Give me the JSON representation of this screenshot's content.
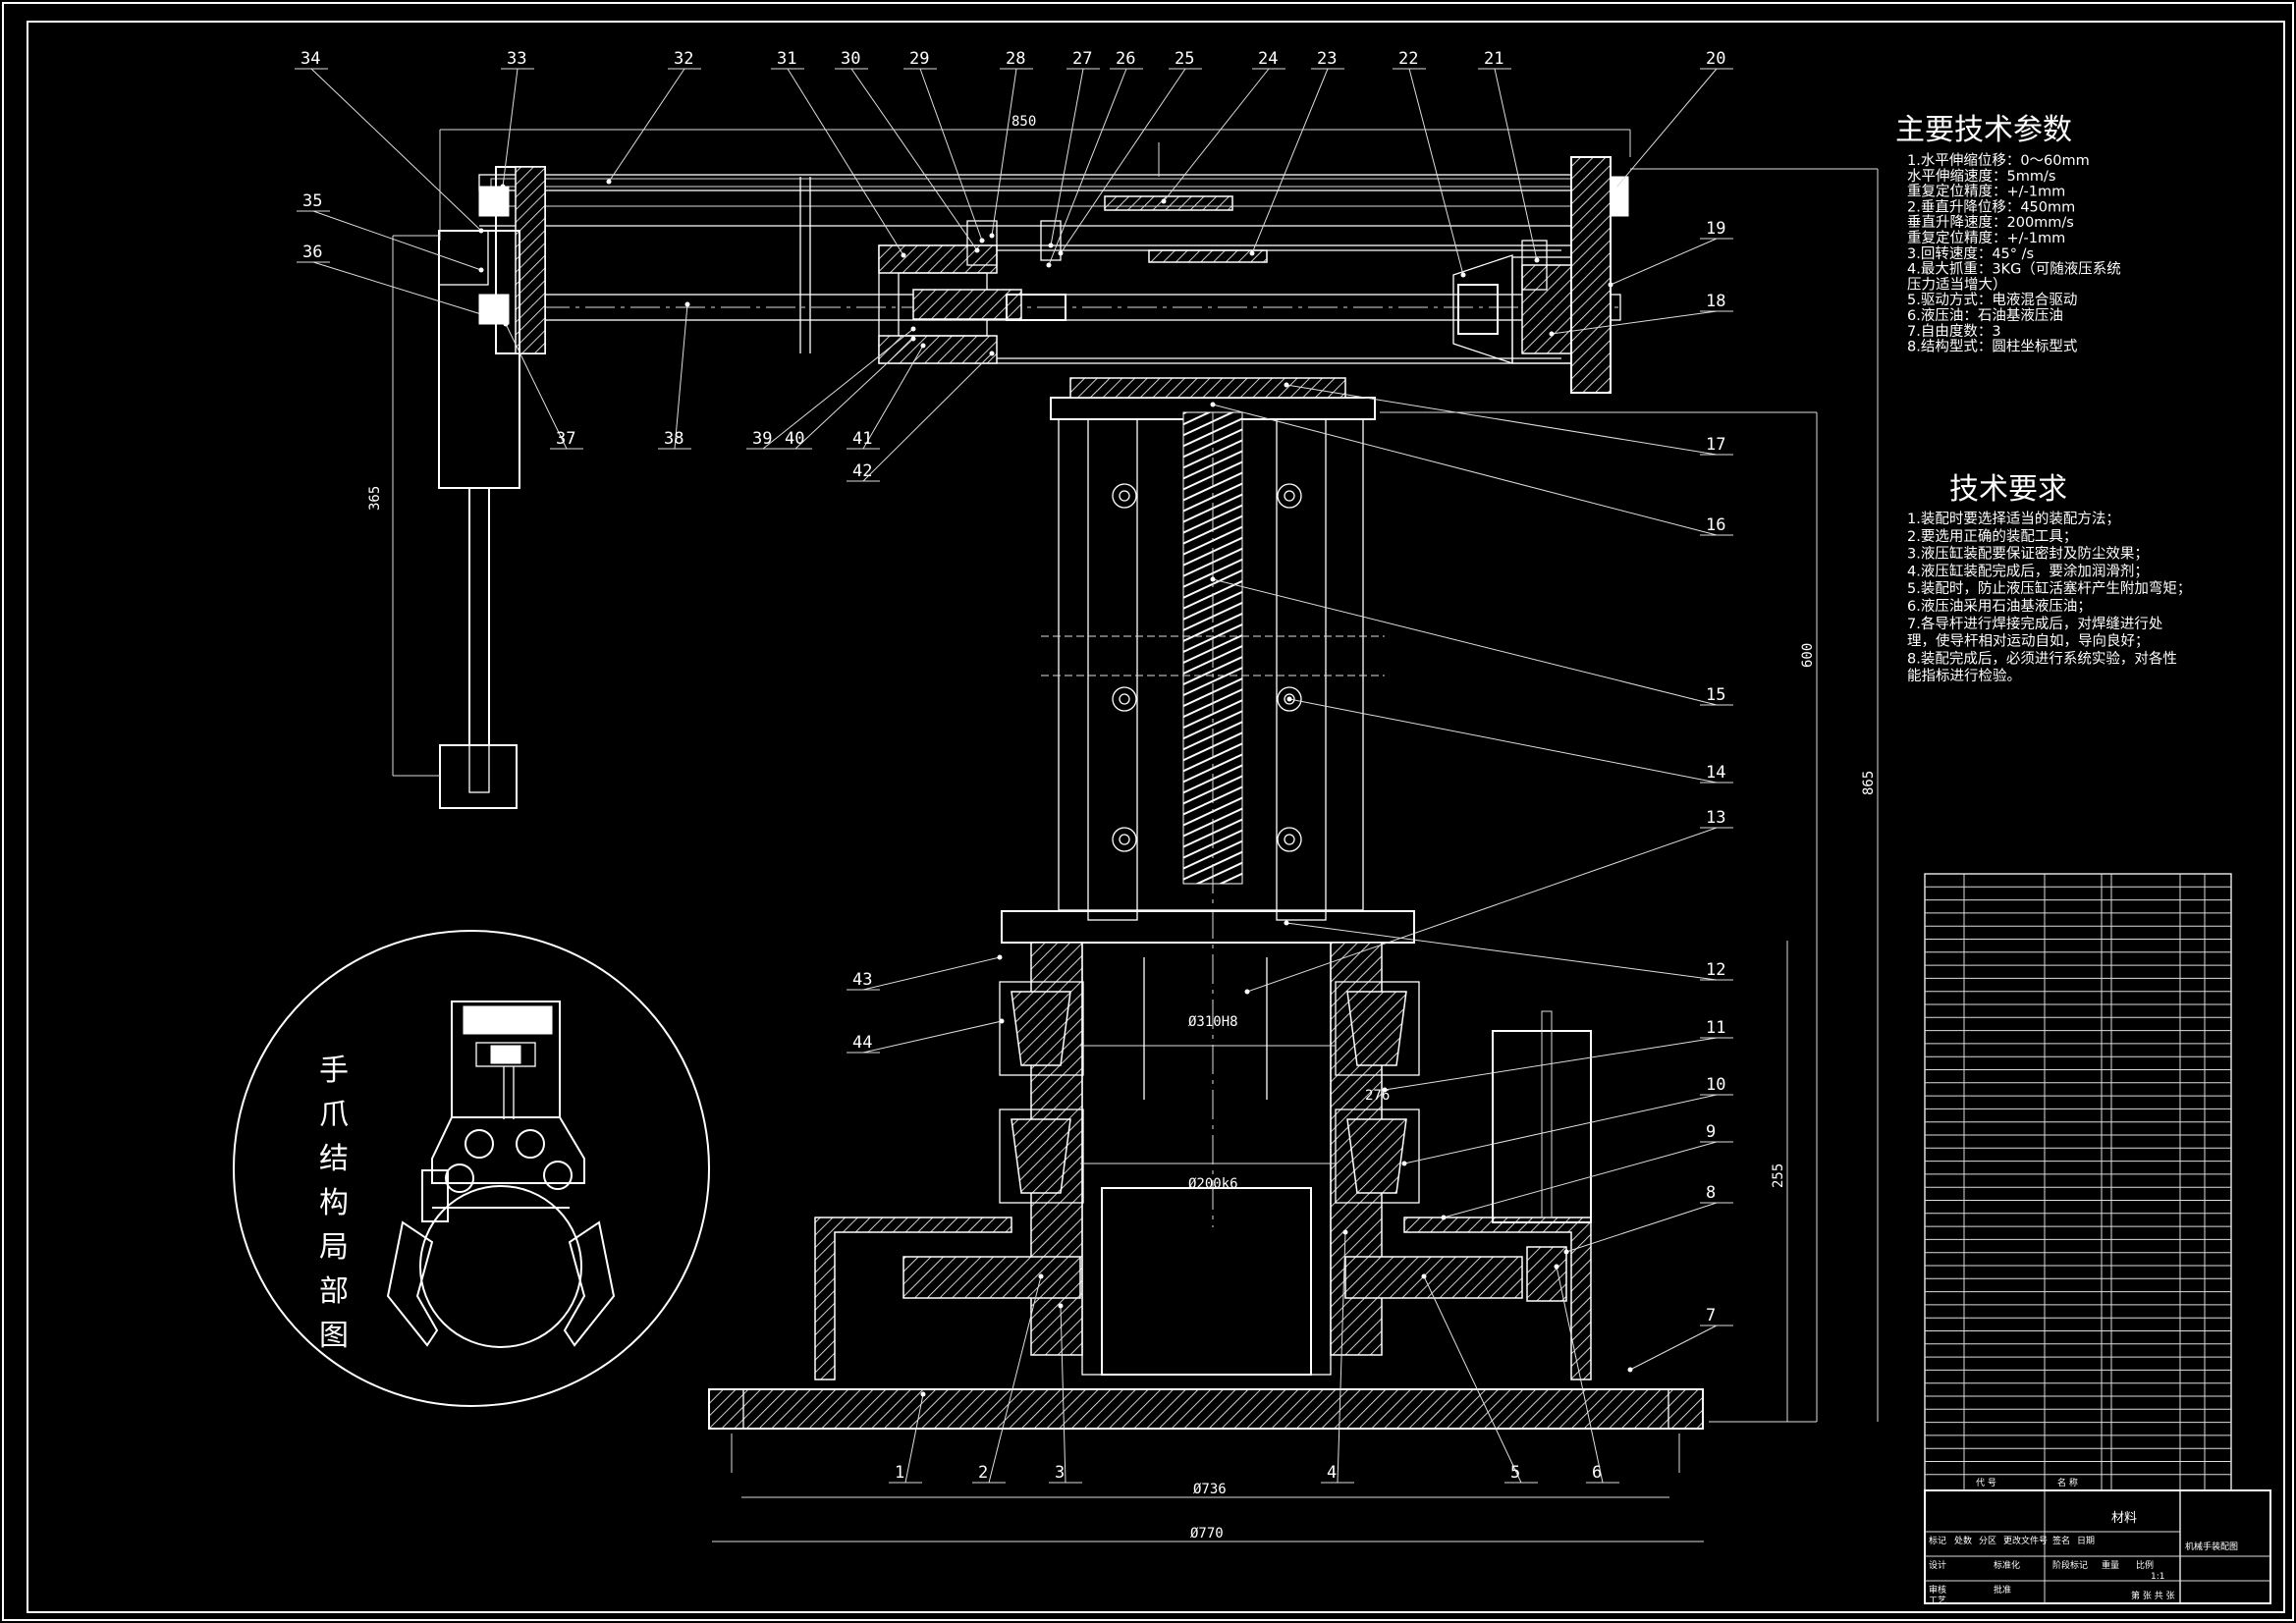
{
  "part_numbers": [
    "1",
    "2",
    "3",
    "4",
    "5",
    "6",
    "7",
    "8",
    "9",
    "10",
    "11",
    "12",
    "13",
    "14",
    "15",
    "16",
    "17",
    "18",
    "19",
    "20",
    "21",
    "22",
    "23",
    "24",
    "25",
    "26",
    "27",
    "28",
    "29",
    "30",
    "31",
    "32",
    "33",
    "34",
    "35",
    "36",
    "37",
    "38",
    "39",
    "40",
    "41",
    "42",
    "43",
    "44"
  ],
  "dimensions": {
    "top_width": "850",
    "left_height": "365",
    "column_height": "600",
    "total_height": "865",
    "base_height": "255",
    "base_d1": "Ø736",
    "base_d2": "Ø770",
    "bore_fit_upper": "Ø310H8",
    "bore_fit_lower": "Ø200k6",
    "hub_width": "276"
  },
  "main_params": {
    "title": "主要技术参数",
    "lines": [
      "1.水平伸缩位移：0～60mm",
      "   水平伸缩速度：5mm/s",
      "   重复定位精度：+/-1mm",
      "2.垂直升降位移：450mm",
      "   垂直升降速度：200mm/s",
      "   重复定位精度：+/-1mm",
      "3.回转速度：45° /s",
      "4.最大抓重：3KG（可随液压系统",
      "              压力适当增大）",
      "5.驱动方式：电液混合驱动",
      "6.液压油：石油基液压油",
      "7.自由度数：3",
      "8.结构型式：圆柱坐标型式"
    ]
  },
  "tech_requirements": {
    "title": "技术要求",
    "lines": [
      "1.装配时要选择适当的装配方法；",
      "2.要选用正确的装配工具；",
      "3.液压缸装配要保证密封及防尘效果；",
      "4.液压缸装配完成后，要涂加润滑剂；",
      "5.装配时，防止液压缸活塞杆产生附加弯矩；",
      "6.液压油采用石油基液压油；",
      "7.各导杆进行焊接完成后，对焊缝进行处",
      "理，使导杆相对运动自如，导向良好；",
      "8.装配完成后，必须进行系统实验，对各性",
      "能指标进行检验。"
    ]
  },
  "detail_label": [
    "手",
    "爪",
    "结",
    "构",
    "局",
    "部",
    "图"
  ],
  "title_block": {
    "header_code": "代 号",
    "header_name": "名 称",
    "material": "材料",
    "drawing_name": "机械手装配图",
    "sheet": "第 张 共 张",
    "labels": [
      "标记",
      "处数",
      "分区",
      "更改文件号",
      "签名",
      "日期",
      "设计",
      "标准化",
      "阶段标记",
      "重量",
      "比例",
      "审核",
      "工艺",
      "批准",
      "1:1"
    ]
  },
  "colors": {
    "background": "#000000",
    "line": "#ffffff"
  }
}
